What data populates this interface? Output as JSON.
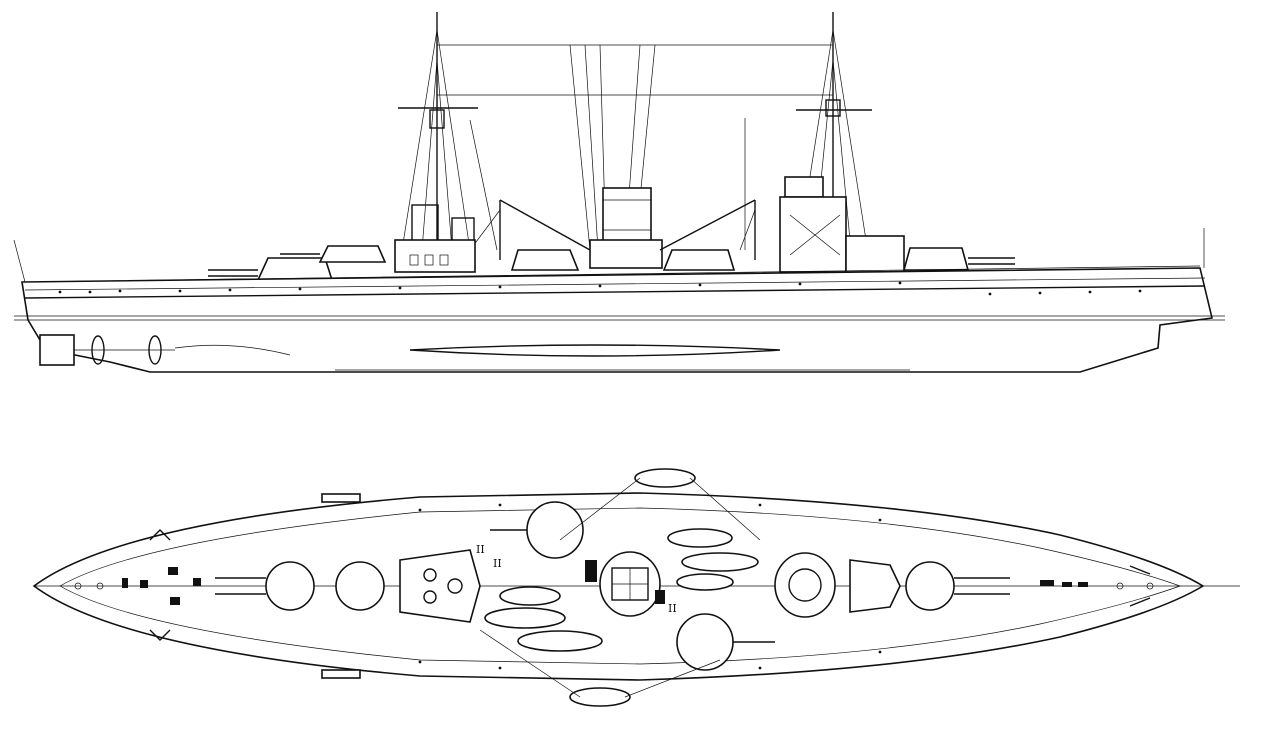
{
  "drawing": {
    "views": [
      {
        "name": "profile"
      },
      {
        "name": "plan"
      }
    ],
    "turret_marks": [
      "II",
      "II",
      "II"
    ]
  },
  "colors": {
    "ink": "#111111",
    "paper": "#ffffff"
  }
}
